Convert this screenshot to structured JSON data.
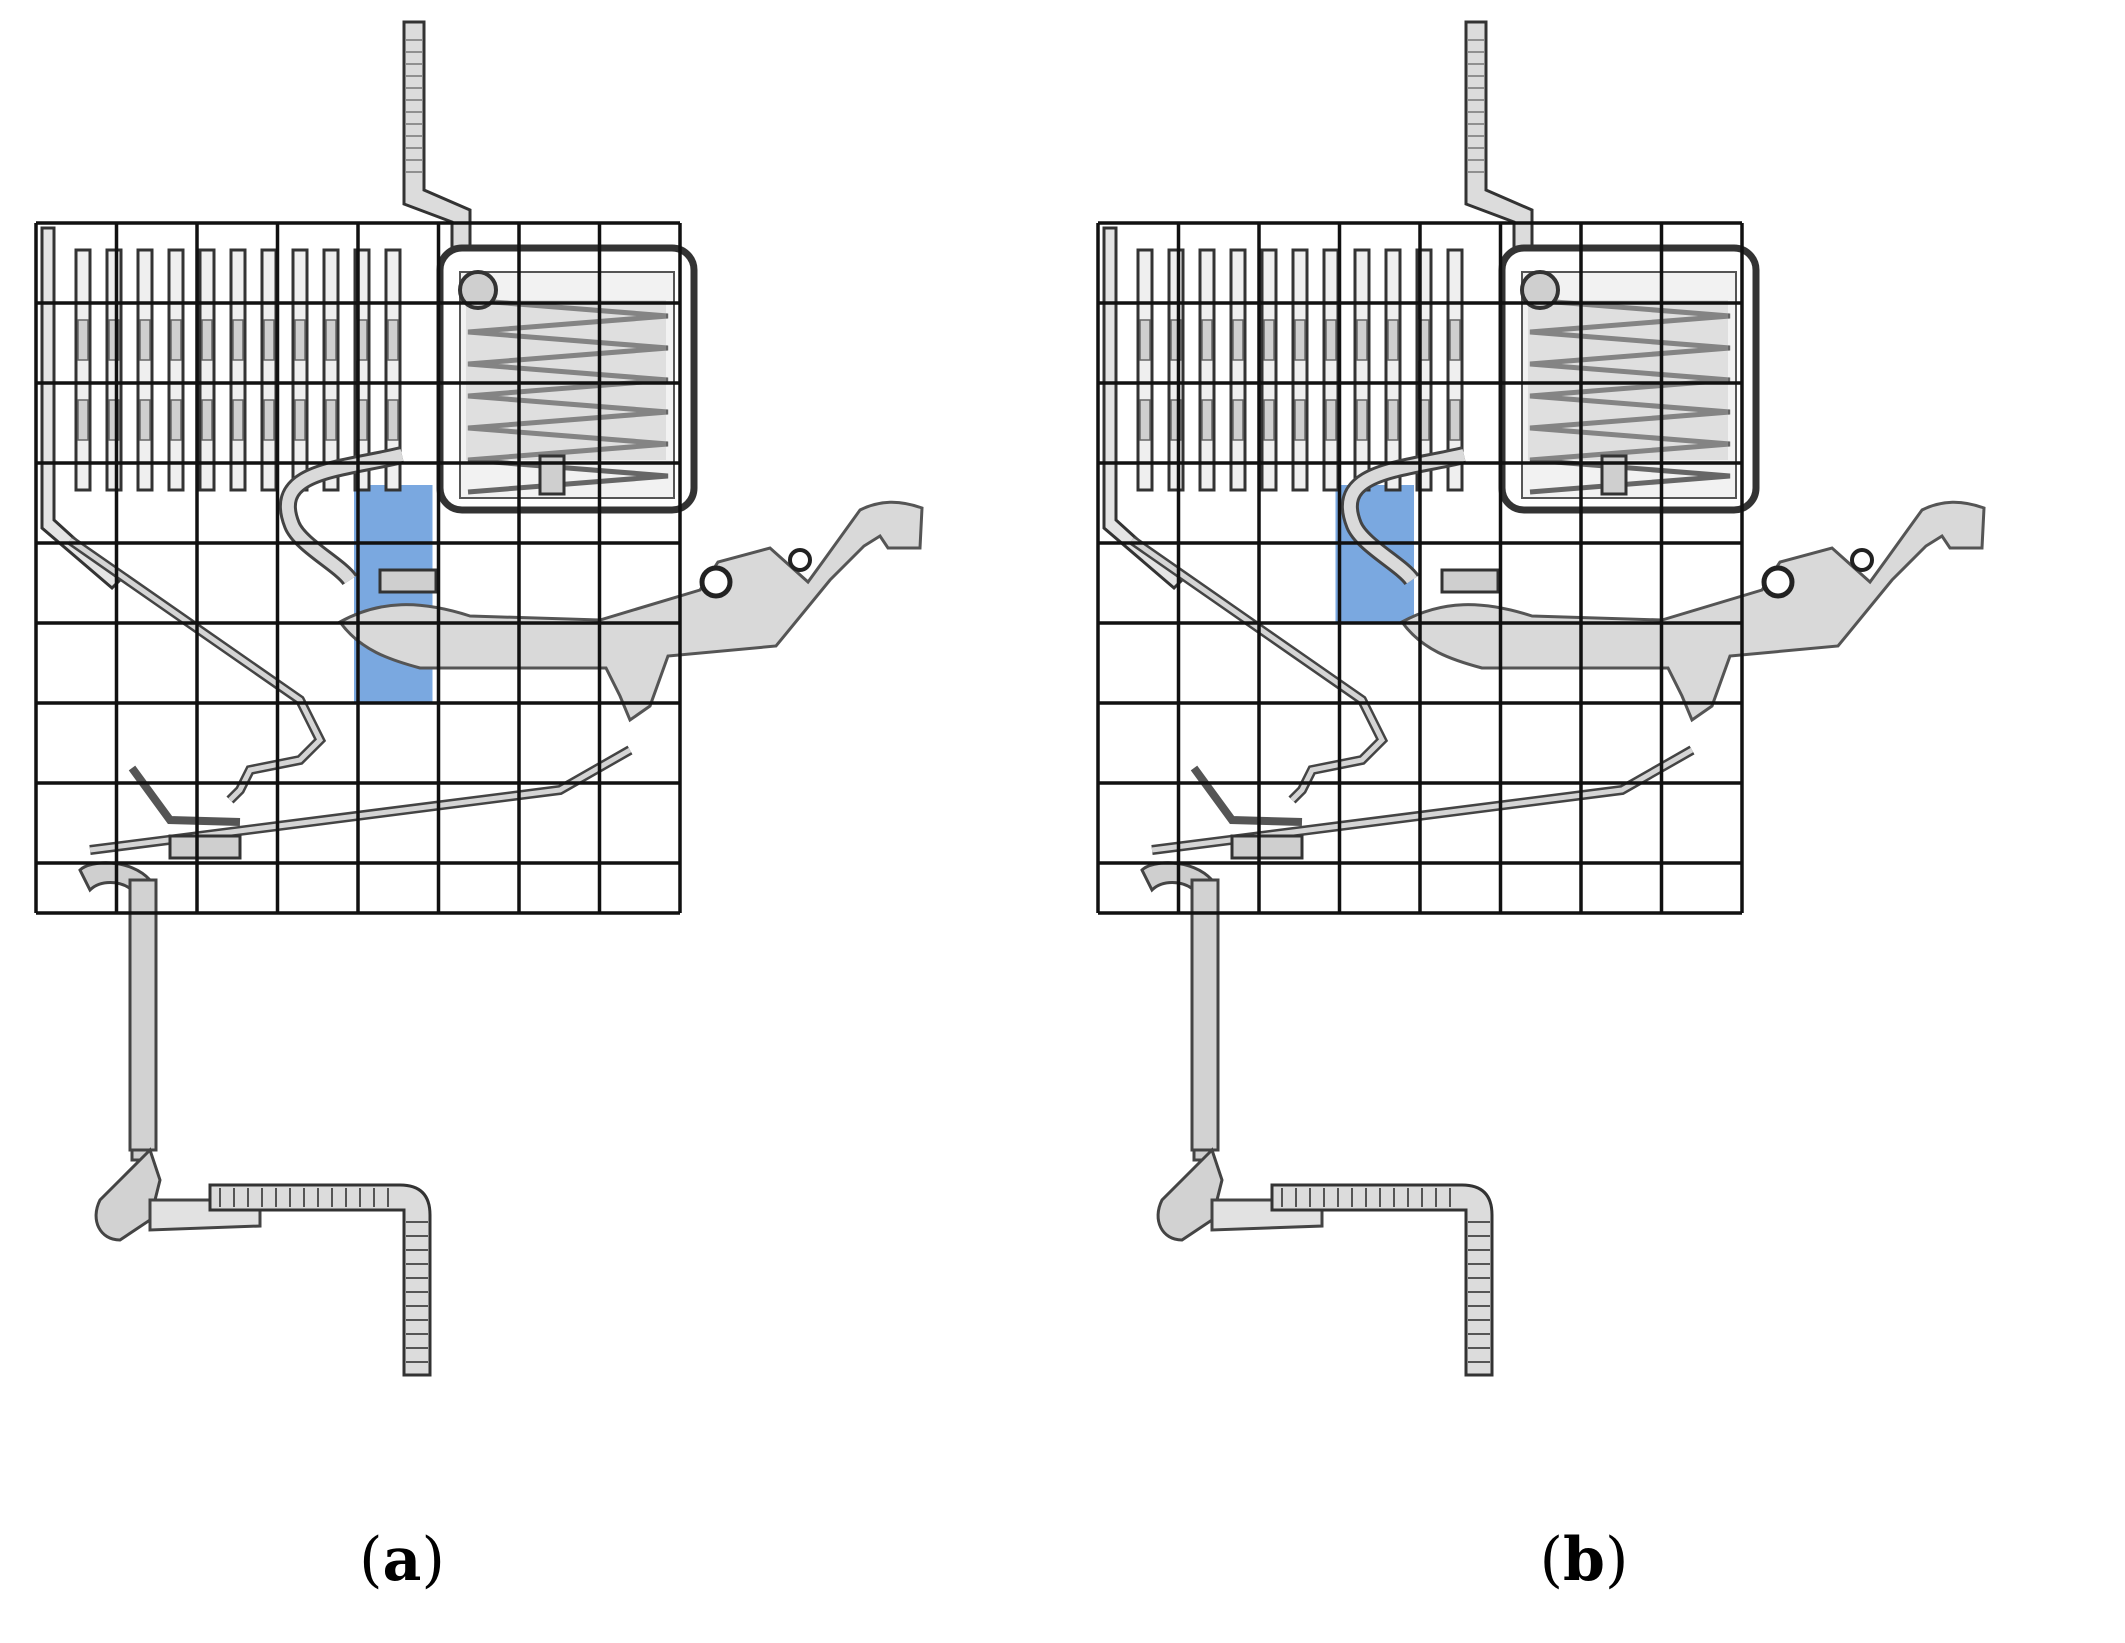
{
  "figure": {
    "panels": [
      {
        "id": "a",
        "caption_open": "(",
        "caption_letter": "a",
        "caption_close": ")",
        "highlight_col": 4,
        "highlight_rows": [
          4,
          6
        ],
        "lever_offset": 0
      },
      {
        "id": "b",
        "caption_open": "(",
        "caption_letter": "b",
        "caption_close": ")",
        "highlight_col": 3,
        "highlight_rows": [
          4,
          5
        ],
        "lever_offset": 0
      }
    ],
    "grid": {
      "columns": 8,
      "rows": 9
    },
    "colors": {
      "grid_line": "#111111",
      "highlight": "#7aa8e0",
      "part_fill": "#d9d9d9",
      "part_stroke": "#555555",
      "part_dark": "#7a7a7a"
    }
  }
}
